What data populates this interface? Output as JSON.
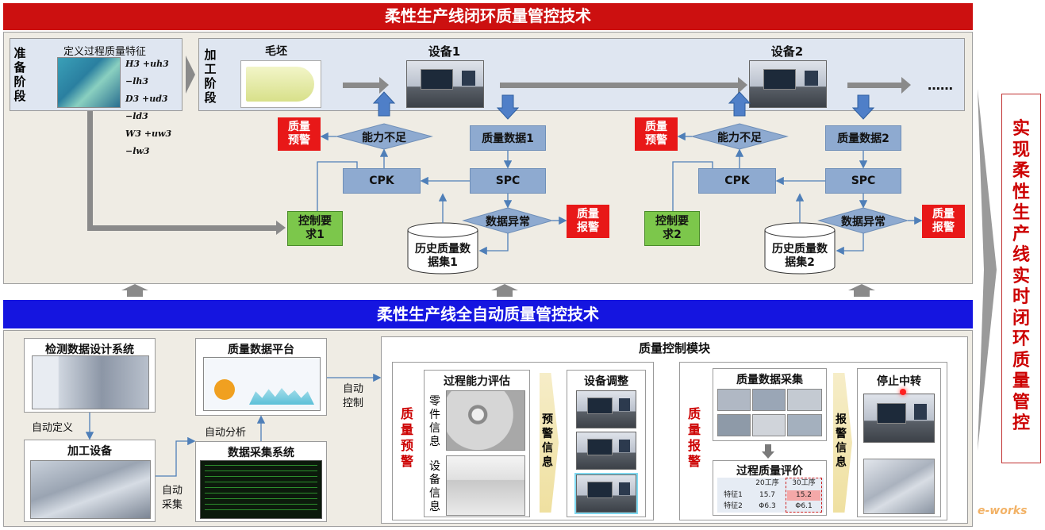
{
  "top": {
    "title": "柔性生产线闭环质量管控技术",
    "prep_stage": "准备阶段",
    "process_stage": "加工阶段",
    "define_quality": "定义过程质量特征",
    "formula": [
      "H3 +uh3 −lh3",
      "D3 +ud3 −ld3",
      "W3 +uw3 −lw3"
    ],
    "blank": "毛坯",
    "ellipsis": "……",
    "lines": [
      {
        "device": "设备1",
        "alert": "质量预警",
        "insufficient": "能力不足",
        "quality_data": "质量数据1",
        "cpk": "CPK",
        "spc": "SPC",
        "control_req": "控制要求1",
        "anomaly": "数据异常",
        "alarm": "质量报警",
        "history": "历史质量数据集1"
      },
      {
        "device": "设备2",
        "alert": "质量预警",
        "insufficient": "能力不足",
        "quality_data": "质量数据2",
        "cpk": "CPK",
        "spc": "SPC",
        "control_req": "控制要求2",
        "anomaly": "数据异常",
        "alarm": "质量报警",
        "history": "历史质量数据集2"
      }
    ]
  },
  "right_title": "实现柔性生产线实时闭环质量管控",
  "bottom": {
    "title": "柔性生产线全自动质量管控技术",
    "inspect_system": "检测数据设计系统",
    "auto_define": "自动定义",
    "process_equipment": "加工设备",
    "auto_collect": "自动采集",
    "quality_platform": "质量数据平台",
    "auto_analysis": "自动分析",
    "acquisition_system": "数据采集系统",
    "auto_control": "自动控制",
    "control_module": "质量控制模块",
    "quality_alert": "质量预警",
    "capability_eval": "过程能力评估",
    "part_info": "零件信息",
    "device_info": "设备信息",
    "alert_info": "预警信息",
    "device_adjust": "设备调整",
    "quality_alarm": "质量报警",
    "data_collection": "质量数据采集",
    "alarm_info": "报警信息",
    "stop_transfer": "停止中转",
    "process_eval": "过程质量评价",
    "table": {
      "headers": [
        "",
        "20工序",
        "30工序"
      ],
      "rows": [
        [
          "特征1",
          "15.7",
          "15.2"
        ],
        [
          "特征2",
          "Φ6.3",
          "Φ6.1"
        ]
      ]
    }
  },
  "watermark": "e-works",
  "colors": {
    "banner_red": "#cc1010",
    "banner_blue": "#1515e0",
    "alert_red": "#e81818",
    "box_blue": "#8eaad0",
    "green": "#7cc74b",
    "title_red": "#cc0000"
  }
}
